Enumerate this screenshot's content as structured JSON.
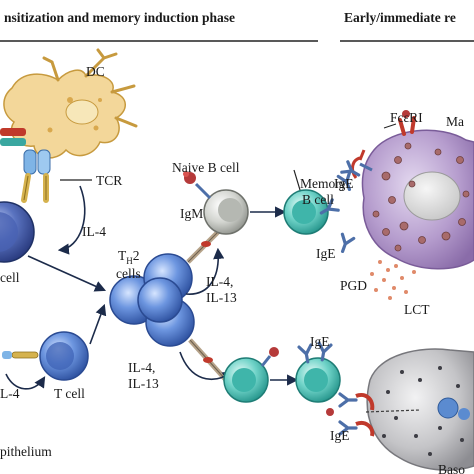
{
  "headers": {
    "left": "nsitization and memory induction phase",
    "right": "Early/immediate re"
  },
  "labels": {
    "dc": "DC",
    "tcr": "TCR",
    "il4_top": "IL-4",
    "cell_left": "cell",
    "naive_b_cell": "Naive B cell",
    "memory": "Memory",
    "b_cell": "B cell",
    "igm": "IgM",
    "ige_mid": "IgE",
    "th": "T",
    "th_sub": "H",
    "th_num": "2",
    "cells": "cells",
    "il4_mid": "IL-4,",
    "il13_mid": "IL-13",
    "il4_low": "IL-4,",
    "il13_low": "IL-13",
    "ige_low": "IgE",
    "il4_left": "L-4",
    "t_cell": "T cell",
    "epithelium": "pithelium",
    "fceri": "FcεRI",
    "ma": "Ma",
    "ige_mast": "IgE",
    "pgd": "PGD",
    "lct": "LCT",
    "ige_baso": "IgE",
    "baso": "Baso"
  },
  "colors": {
    "t_blue": "#4a76c8",
    "b_naive": "#c9cbc6",
    "b_memory": "#4fc2b8",
    "mast": "#b9a4cf",
    "baso": "#c9c9cb",
    "dc": "#f3d79a",
    "arrow": "#1c2b4a"
  }
}
